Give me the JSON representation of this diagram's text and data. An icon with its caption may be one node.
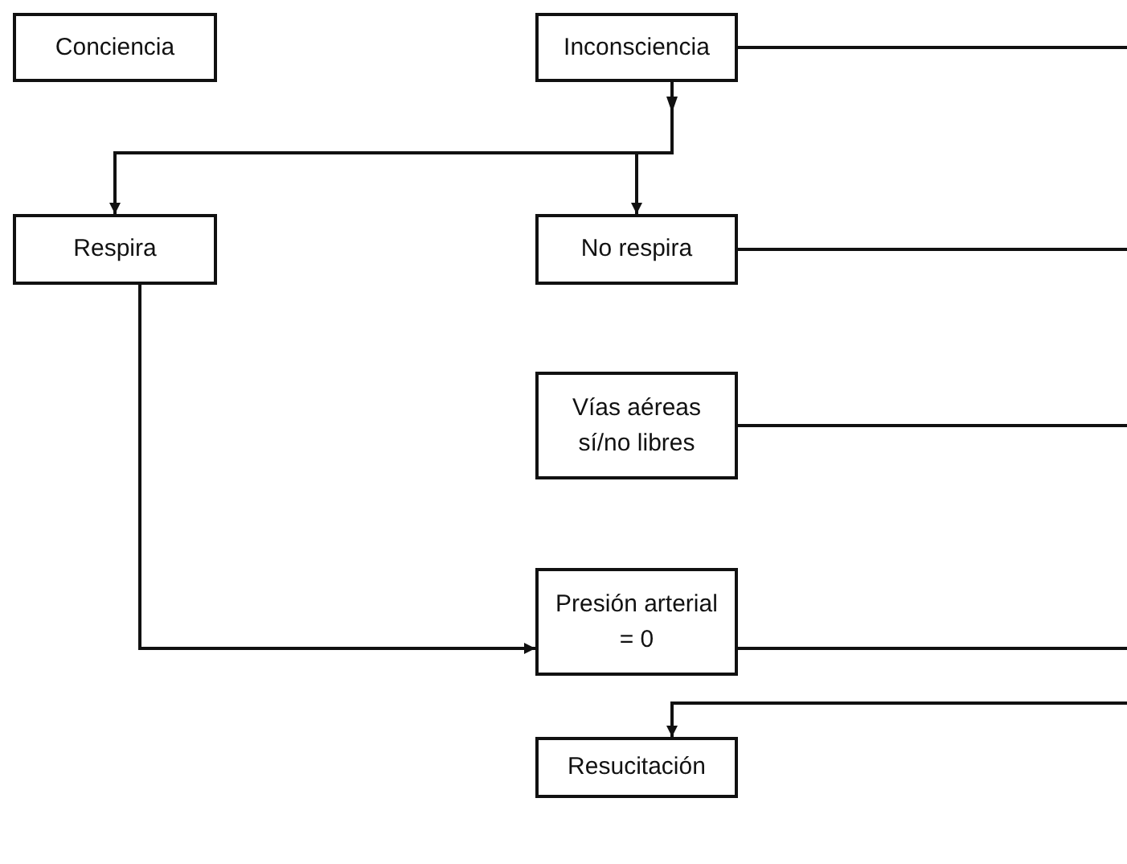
{
  "diagram": {
    "nodes": [
      {
        "text": [
          "Conciencia"
        ]
      },
      {
        "text": [
          "Inconsciencia"
        ]
      },
      {
        "text": [
          "Respira"
        ]
      },
      {
        "text": [
          "No respira"
        ]
      },
      {
        "text": [
          "Vías aéreas sí/no libres"
        ]
      },
      {
        "text": [
          "Presión arterial = 0"
        ]
      },
      {
        "text": [
          "Resucitación"
        ]
      }
    ],
    "edges": [
      {
        "from": 1,
        "to": 2,
        "arrow": "to"
      },
      {
        "from": 1,
        "to": 3,
        "arrow": "to"
      },
      {
        "from": 2,
        "to": 5,
        "arrow": "to"
      },
      {
        "from": 1,
        "to": null,
        "arrow": "none"
      },
      {
        "from": 3,
        "to": null,
        "arrow": "none"
      },
      {
        "from": 4,
        "to": null,
        "arrow": "none"
      },
      {
        "from": 5,
        "to": null,
        "arrow": "none"
      },
      {
        "from": null,
        "to": 6,
        "arrow": "to"
      }
    ]
  }
}
